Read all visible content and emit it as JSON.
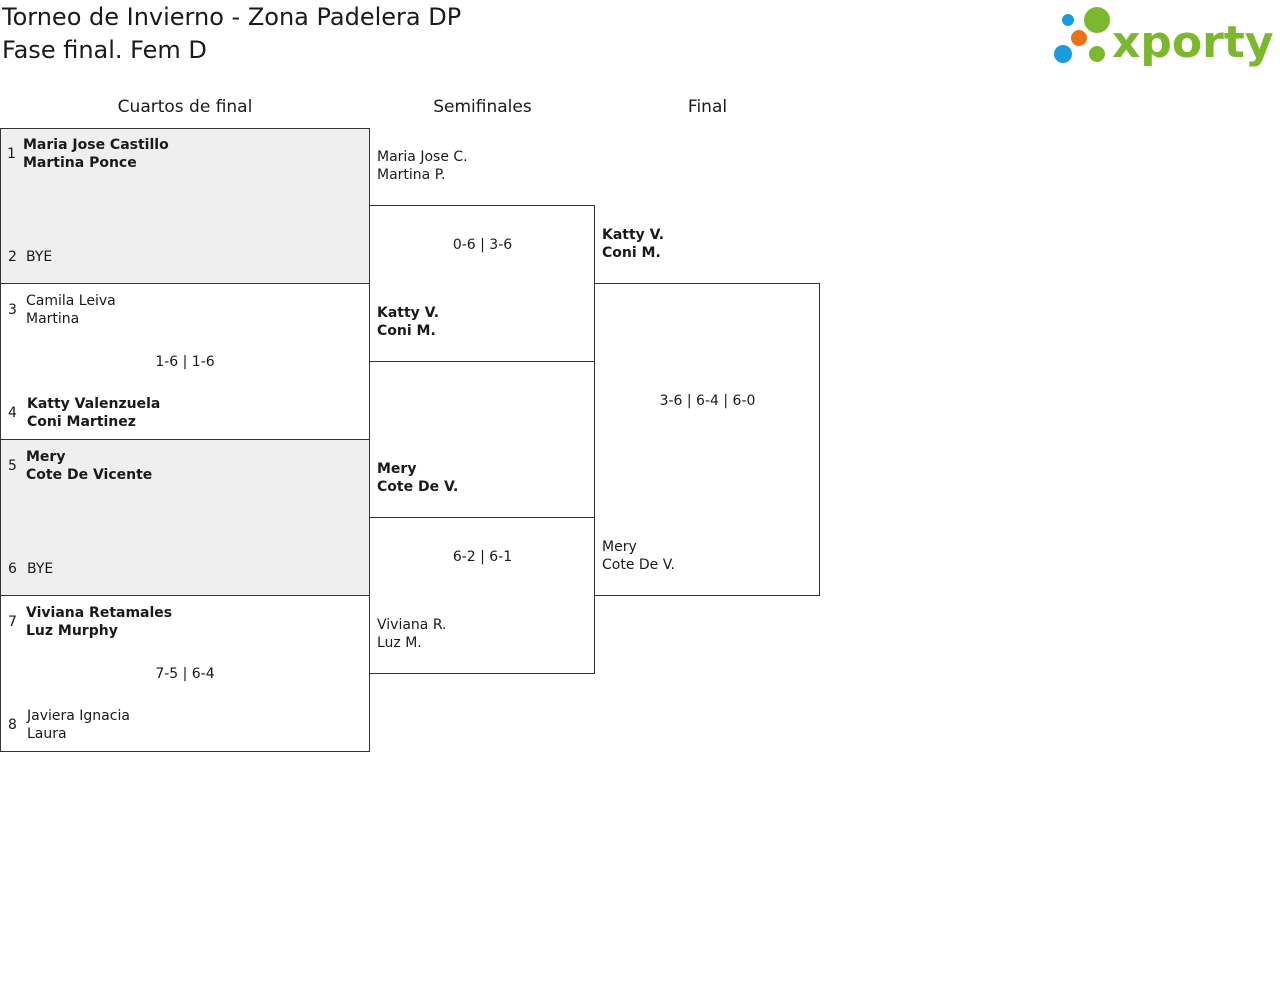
{
  "header": {
    "title_line1": "Torneo de Invierno - Zona Padelera DP",
    "title_line2": "Fase final. Fem D"
  },
  "logo": {
    "text": "xporty",
    "icon": "xporty-dots-logo",
    "colors": [
      "#1a9be0",
      "#e8731a",
      "#7cb82f"
    ]
  },
  "rounds": [
    "Cuartos de final",
    "Semifinales",
    "Final"
  ],
  "quarterfinals": {
    "m1": {
      "seed_a": "1",
      "a1": "Maria Jose Castillo",
      "a2": "Martina Ponce",
      "seed_b": "2",
      "b1": "BYE",
      "score": ""
    },
    "m2": {
      "seed_a": "3",
      "a1": "Camila Leiva",
      "a2": "Martina",
      "seed_b": "4",
      "b1": "Katty Valenzuela",
      "b2": "Coni Martinez",
      "score": "1-6 | 1-6"
    },
    "m3": {
      "seed_a": "5",
      "a1": "Mery",
      "a2": "Cote De Vicente",
      "seed_b": "6",
      "b1": "BYE",
      "score": ""
    },
    "m4": {
      "seed_a": "7",
      "a1": "Viviana Retamales",
      "a2": "Luz Murphy",
      "seed_b": "8",
      "b1": "Javiera Ignacia",
      "b2": "Laura",
      "score": "7-5 | 6-4"
    }
  },
  "semifinals": {
    "s1": {
      "a1": "Maria Jose C.",
      "a2": "Martina P.",
      "b1": "Katty V.",
      "b2": "Coni M.",
      "score": "0-6 | 3-6"
    },
    "s2": {
      "a1": "Mery",
      "a2": "Cote De V.",
      "b1": "Viviana R.",
      "b2": "Luz M.",
      "score": "6-2 | 6-1"
    }
  },
  "final": {
    "a1": "Katty V.",
    "a2": "Coni M.",
    "b1": "Mery",
    "b2": "Cote De V.",
    "score": "3-6 | 6-4 | 6-0"
  },
  "colors": {
    "bye_shade": "#efefef",
    "border": "#333333"
  }
}
